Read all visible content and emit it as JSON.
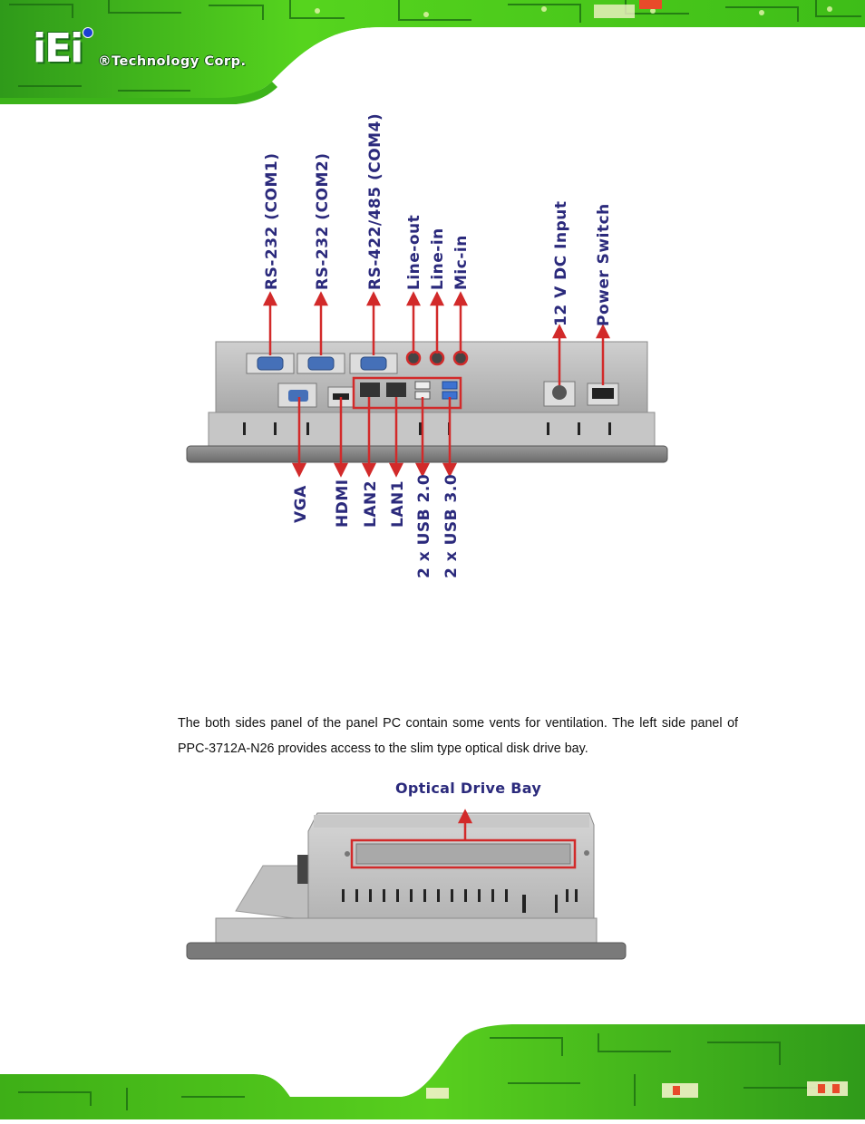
{
  "header": {
    "logo_text": "iEi",
    "company": "®Technology Corp."
  },
  "rear_panel": {
    "top_labels": [
      "RS-232 (COM1)",
      "RS-232 (COM2)",
      "RS-422/485 (COM4)",
      "Line-out",
      "Line-in",
      "Mic-in",
      "12 V DC Input",
      "Power Switch"
    ],
    "bottom_labels": [
      "VGA",
      "HDMI",
      "LAN2",
      "LAN1",
      "2 x USB 2.0",
      "2 x USB 3.0"
    ]
  },
  "body": {
    "paragraph": "The both sides panel of the panel PC contain some vents for ventilation. The left side panel of PPC-3712A-N26 provides access to the slim type optical disk drive bay."
  },
  "side_panel": {
    "label": "Optical Drive Bay"
  },
  "colors": {
    "label_blue": "#2b2a7c",
    "callout_red": "#d22a2a",
    "pcb_green": "#4bd01a"
  }
}
